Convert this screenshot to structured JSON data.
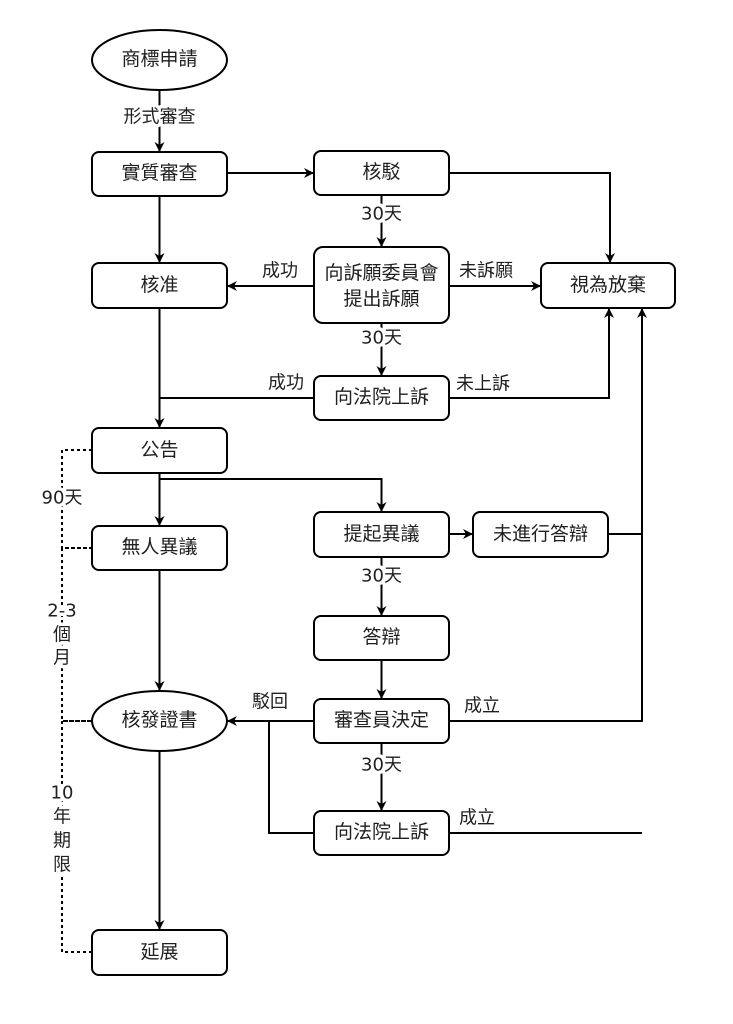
{
  "diagram": {
    "nodes": {
      "application": "商標申請",
      "substantive_exam": "實質審查",
      "rejection": "核駁",
      "approval": "核准",
      "petition_line1": "向訴願委員會",
      "petition_line2": "提出訴願",
      "deemed_abandoned": "視為放棄",
      "court_appeal_1": "向法院上訴",
      "publication": "公告",
      "no_opposition": "無人異議",
      "opposition_filed": "提起異議",
      "no_reply": "未進行答辯",
      "reply": "答辯",
      "examiner_decision": "審查員決定",
      "court_appeal_2": "向法院上訴",
      "certificate_issued": "核發證書",
      "renewal": "延展"
    },
    "edge_labels": {
      "formal_exam": "形式審查",
      "rejection_to_petition": "30天",
      "petition_success": "成功",
      "no_petition": "未訴願",
      "petition_to_court": "30天",
      "court_success": "成功",
      "no_court_appeal": "未上訴",
      "opposition_to_reply": "30天",
      "decision_dismissed": "駁回",
      "decision_upheld": "成立",
      "decision_to_court": "30天",
      "court_upheld": "成立",
      "publication_period": "90天",
      "certificate_period": [
        "2-3",
        "個",
        "月"
      ],
      "validity_period": [
        "10",
        "年",
        "期",
        "限"
      ]
    }
  }
}
